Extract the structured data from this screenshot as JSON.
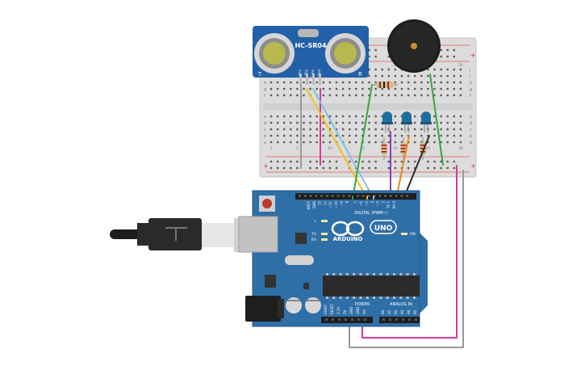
{
  "sensor": {
    "model": "HC-SR04",
    "left_mark": "T",
    "right_mark": "R",
    "pins": [
      "Vcc",
      "Trig",
      "Echo",
      "Gnd"
    ]
  },
  "arduino": {
    "brand": "ARDUINO",
    "model": "UNO",
    "aref": "AREF",
    "gnd": "GND",
    "digital_label": "DIGITAL (PWM~)",
    "digital_pins": [
      "13",
      "12",
      "~11",
      "~10",
      "~9",
      "8",
      "7",
      "~6",
      "~5",
      "4",
      "~3",
      "2",
      "TX 1",
      "RX 0"
    ],
    "led_l": "L",
    "led_tx": "TX",
    "led_rx": "RX",
    "led_on": "ON",
    "power_label": "POWER",
    "power_pins": [
      "IOREF",
      "RESET",
      "3.3V",
      "5V",
      "GND",
      "GND",
      "Vin"
    ],
    "analog_label": "ANALOG IN",
    "analog_pins": [
      "A0",
      "A1",
      "A2",
      "A3",
      "A4",
      "A5"
    ]
  },
  "breadboard": {
    "rows_top": [
      "j",
      "i",
      "h",
      "g",
      "f"
    ],
    "rows_bottom": [
      "e",
      "d",
      "c",
      "b",
      "a"
    ],
    "col_numbers": [
      "1",
      "5",
      "10",
      "15",
      "20",
      "25",
      "30"
    ]
  },
  "colors": {
    "board": "#2f6fa7",
    "wire_green": "#3aa53a",
    "wire_yellow": "#f0c21c",
    "wire_cyan": "#7ac6df",
    "wire_magenta": "#d33c9a",
    "wire_purple": "#8e3fb5",
    "wire_orange": "#ef8a1c",
    "wire_black": "#2b2b2b",
    "wire_gray": "#9a9a9a",
    "led": "#1f6f9d"
  }
}
